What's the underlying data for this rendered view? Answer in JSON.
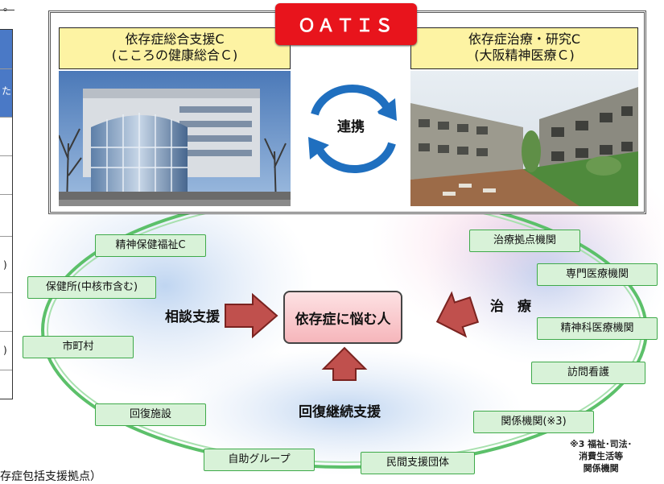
{
  "top_fragment": "。",
  "left_table": {
    "rows": [
      "た",
      ")",
      ")"
    ]
  },
  "brand": "ＯＡＴＩＳ",
  "left_center": {
    "line1": "依存症総合支援C",
    "line2": "(こころの健康総合Ｃ)"
  },
  "right_center": {
    "line1": "依存症治療・研究C",
    "line2": "(大阪精神医療Ｃ)"
  },
  "link_label": "連携",
  "center_label": "依存症に悩む人",
  "labels": {
    "consult": "相談支援",
    "treatment": "治　療",
    "recovery": "回復継続支援"
  },
  "nodes": {
    "mhwc": "精神保健福祉C",
    "health_center": "保健所(中核市含む)",
    "municipality": "市町村",
    "recovery_facility": "回復施設",
    "self_help": "自助グループ",
    "private_support": "民間支援団体",
    "treatment_hub": "治療拠点機関",
    "specialist": "専門医療機関",
    "psychiatric": "精神科医療機関",
    "home_nursing": "訪問看護",
    "related": "関係機関(※3)"
  },
  "footnote": {
    "line1": "※3 福祉･司法･",
    "line2": "消費生活等",
    "line3": "関係機関"
  },
  "bottom_fragment": "存症包括支援拠点）",
  "colors": {
    "brand_red": "#e8141c",
    "arrow_red": "#c0504d",
    "green": "#3faa4a",
    "pill_bg": "#d8f2d8",
    "caption_yellow": "#fdf3a3",
    "blue_arrow": "#1f6fbf"
  }
}
